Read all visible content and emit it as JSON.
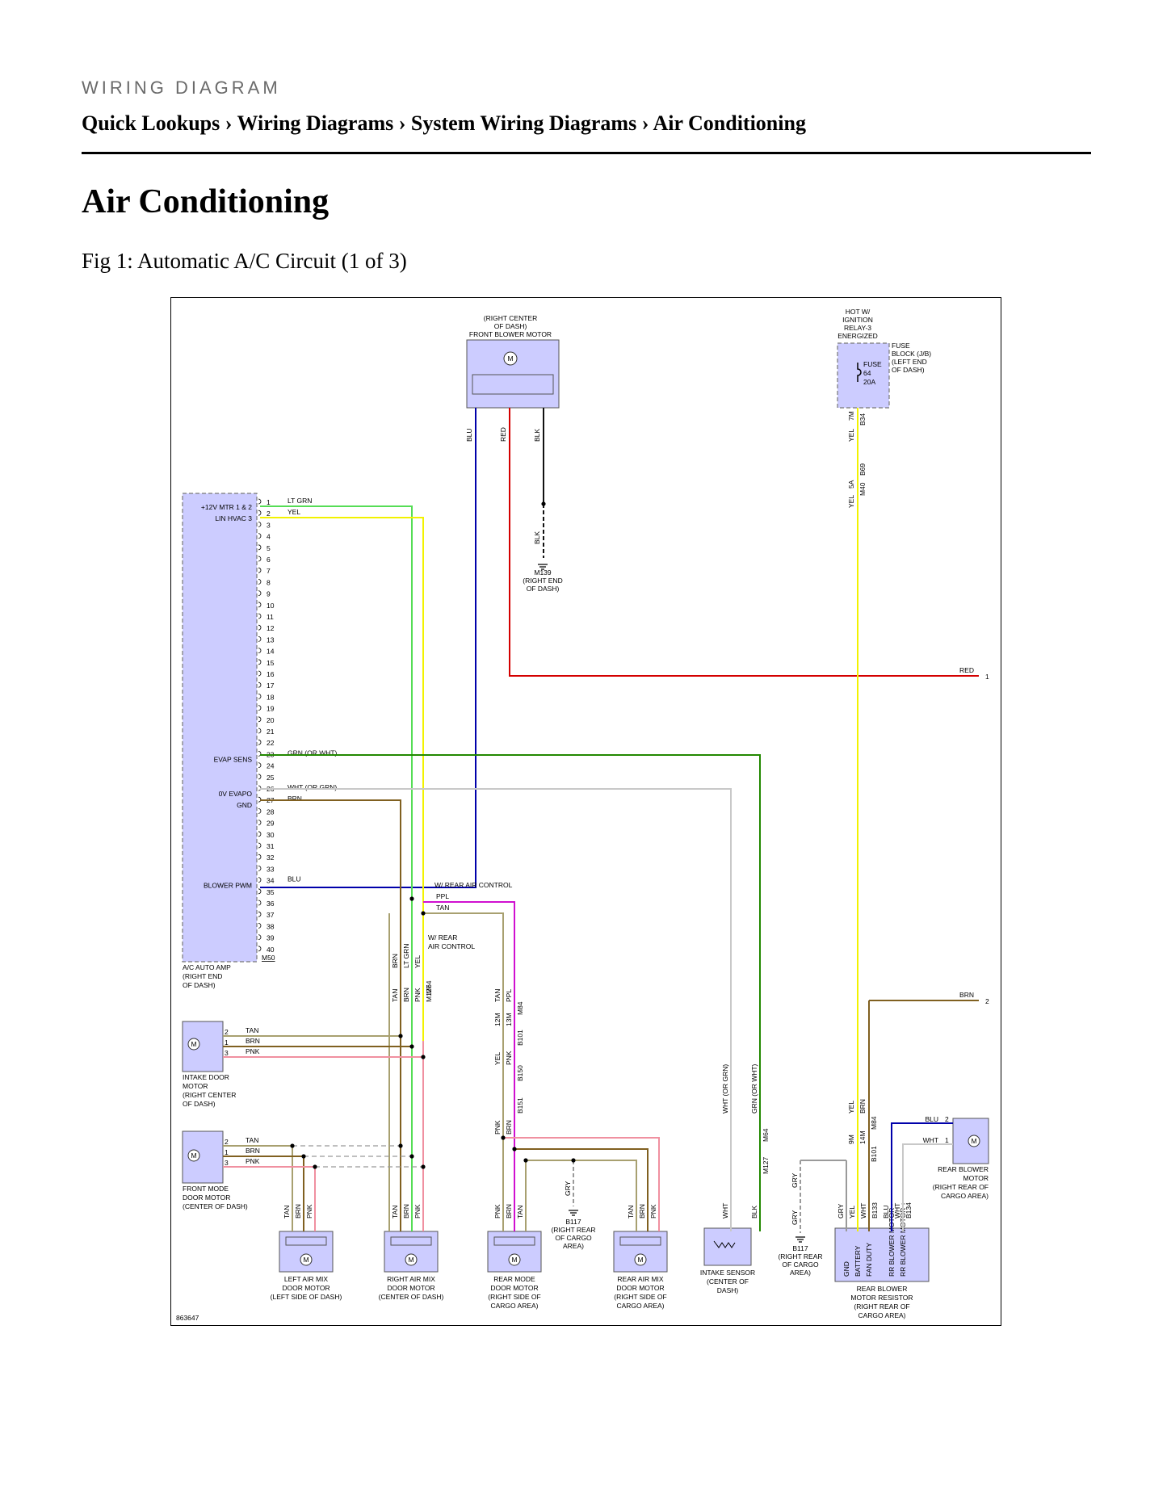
{
  "header": {
    "kicker": "WIRING DIAGRAM",
    "breadcrumb": [
      "Quick Lookups",
      "Wiring Diagrams",
      "System Wiring Diagrams",
      "Air Conditioning"
    ],
    "sep": "›"
  },
  "page_title": "Air Conditioning",
  "figure": {
    "caption": "Fig 1: Automatic A/C Circuit (1 of 3)",
    "id": "863647"
  },
  "components": {
    "front_blower": [
      "(RIGHT CENTER",
      "OF DASH)",
      "FRONT BLOWER MOTOR"
    ],
    "hot_label": [
      "HOT W/",
      "IGNITION",
      "RELAY-3",
      "ENERGIZED"
    ],
    "fuse": [
      "FUSE",
      "64",
      "20A"
    ],
    "fuse_block": [
      "FUSE",
      "BLOCK (J/B)",
      "(LEFT END",
      "OF DASH)"
    ],
    "ac_amp": [
      "A/C AUTO AMP",
      "(RIGHT END",
      "OF DASH)"
    ],
    "ac_amp_connector": "M50",
    "ground_m139": [
      "M139",
      "(RIGHT END",
      "OF DASH)"
    ],
    "intake_door": [
      "INTAKE DOOR",
      "MOTOR",
      "(RIGHT CENTER",
      "OF DASH)"
    ],
    "front_mode": [
      "FRONT MODE",
      "DOOR MOTOR",
      "(CENTER OF DASH)"
    ],
    "left_airmix": [
      "LEFT AIR MIX",
      "DOOR MOTOR",
      "(LEFT SIDE OF DASH)"
    ],
    "right_airmix": [
      "RIGHT AIR MIX",
      "DOOR MOTOR",
      "(CENTER OF DASH)"
    ],
    "rear_mode": [
      "REAR MODE",
      "DOOR MOTOR",
      "(RIGHT SIDE OF",
      "CARGO AREA)"
    ],
    "rear_airmix": [
      "REAR AIR MIX",
      "DOOR MOTOR",
      "(RIGHT SIDE OF",
      "CARGO AREA)"
    ],
    "intake_sensor": [
      "INTAKE SENSOR",
      "(CENTER OF",
      "DASH)"
    ],
    "ground_b117a": [
      "B117",
      "(RIGHT REAR",
      "OF CARGO",
      "AREA)"
    ],
    "ground_b117b": [
      "B117",
      "(RIGHT REAR",
      "OF CARGO",
      "AREA)"
    ],
    "rear_blower_resistor": [
      "REAR BLOWER",
      "MOTOR RESISTOR",
      "(RIGHT REAR OF",
      "CARGO AREA)"
    ],
    "rear_blower_motor": [
      "REAR BLOWER",
      "MOTOR",
      "(RIGHT REAR OF",
      "CARGO AREA)"
    ],
    "resistor_pins": [
      "GND",
      "BATTERY",
      "FAN DUTY",
      "RR BLOWER MOTOR -",
      "RR BLOWER MOTOR +"
    ],
    "w_rear_1": "W/ REAR AIR CONTROL",
    "w_rear_2": [
      "W/ REAR",
      "AIR CONTROL"
    ]
  },
  "amp_pins": {
    "names": {
      "1": "+12V MTR 1 & 2",
      "2": "LIN HVAC 3",
      "23": "EVAP SENS",
      "26": "0V EVAPO",
      "27": "GND",
      "34": "BLOWER PWM"
    },
    "wires": {
      "1": "LT GRN",
      "2": "YEL",
      "23": "GRN (OR WHT)",
      "26": "WHT (OR GRN)",
      "27": "BRN",
      "34": "BLU"
    }
  },
  "wire_labels": {
    "red": "RED",
    "brn": "BRN",
    "blu": "BLU",
    "wht": "WHT",
    "ppl": "PPL",
    "tan": "TAN",
    "pnk": "PNK",
    "yel": "YEL",
    "blk": "BLK",
    "gry": "GRY",
    "ltgrn": "LT GRN",
    "grn_or_wht": "GRN (OR WHT)",
    "wht_or_grn": "WHT (OR GRN)"
  },
  "offpage": {
    "red": "1",
    "brn": "2"
  },
  "connectors": {
    "b34": "B34",
    "b69": "B69",
    "m40": "M40",
    "m64": "M64",
    "m127": "M127",
    "m84": "M84",
    "b101": "B101",
    "b150": "B150",
    "b151": "B151",
    "b133": "B133",
    "b134": "B134",
    "m139": "M139",
    "p7m": "7M",
    "p5a": "5A",
    "p12m": "12M",
    "p13m": "13M",
    "p9m": "9M",
    "p14m": "14M"
  },
  "colors": {
    "red": "#d40000",
    "blu": "#0000aa",
    "blk": "#111111",
    "yel": "#f2f200",
    "ltgrn": "#55dd55",
    "grn": "#228800",
    "wht": "#c8c8c8",
    "brn": "#806020",
    "tan": "#a8a070",
    "pnk": "#f090a0",
    "ppl": "#d010d0",
    "gry": "#9a9a9a",
    "comp_fill": "#ccccff"
  }
}
